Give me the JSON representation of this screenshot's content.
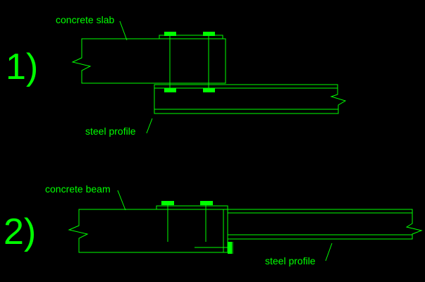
{
  "canvas": {
    "background": "#000000",
    "line_color": "#00ff00"
  },
  "detail_1": {
    "number": "1)",
    "slab_label": "concrete slab",
    "profile_label": "steel profile"
  },
  "detail_2": {
    "number": "2)",
    "beam_label": "concrete beam",
    "profile_label": "steel profile"
  }
}
